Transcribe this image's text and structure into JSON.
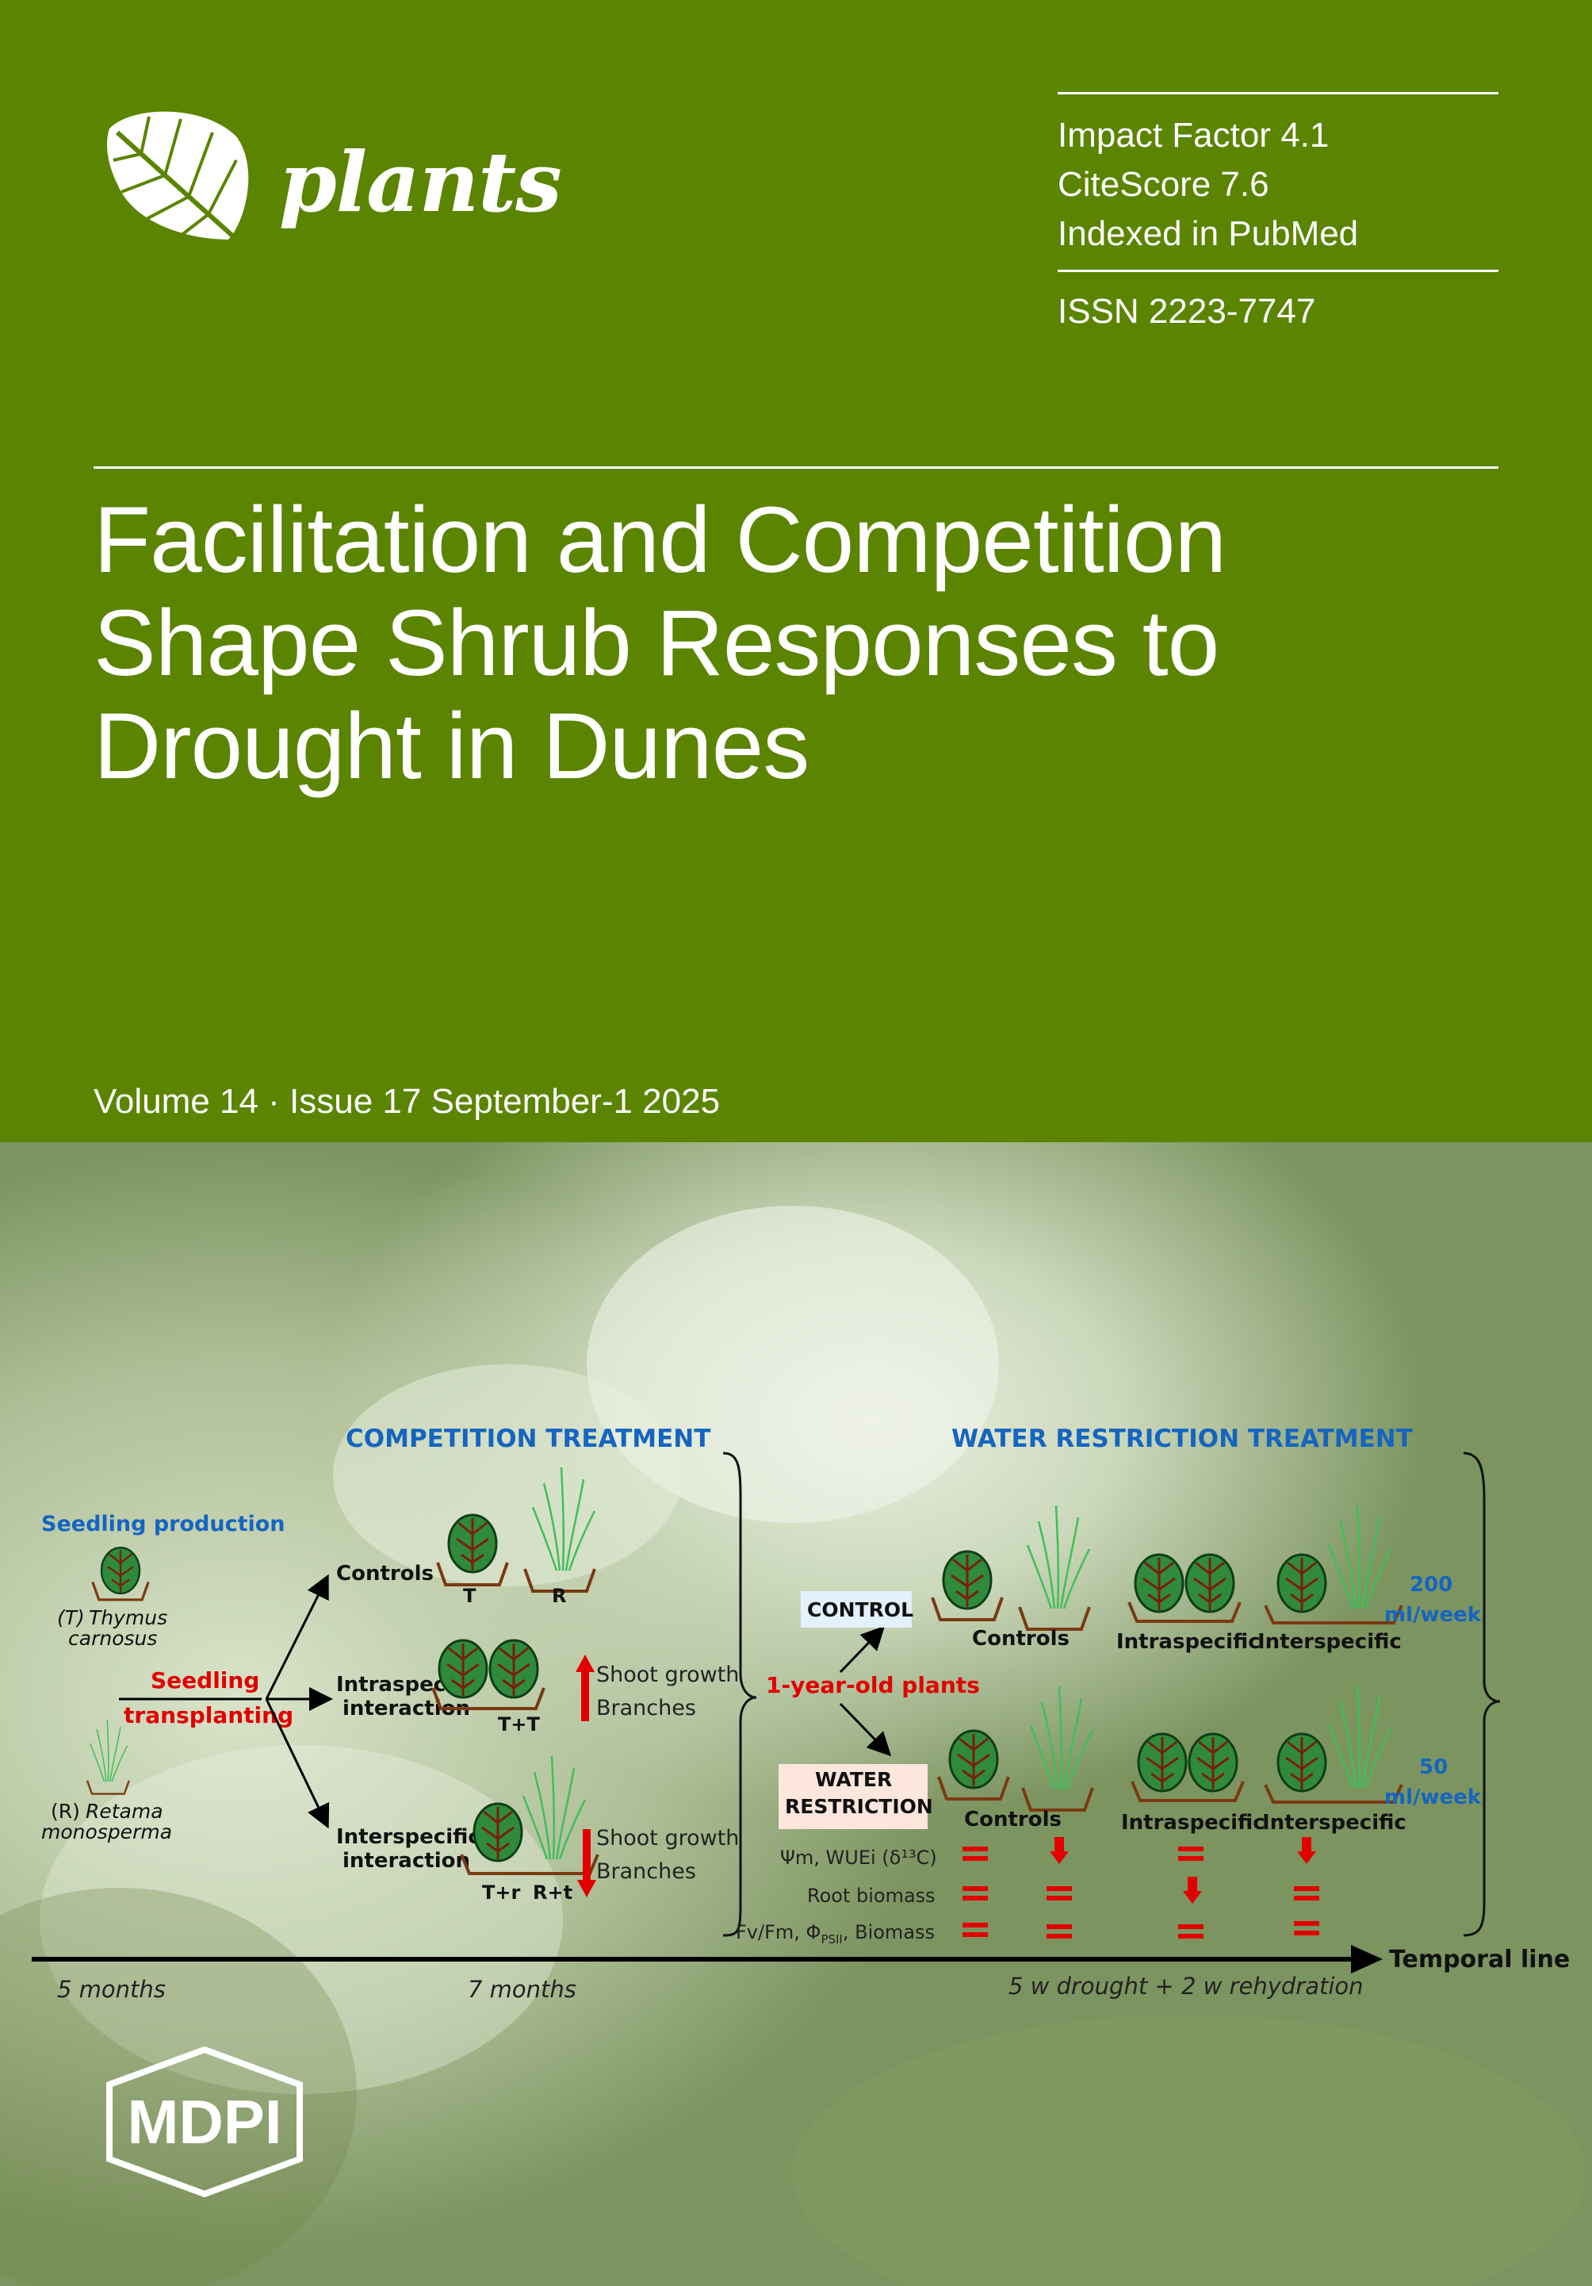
{
  "journal": {
    "name": "plants"
  },
  "metrics": {
    "impact_factor": "Impact Factor 4.1",
    "citescore": "CiteScore 7.6",
    "indexed": "Indexed in PubMed",
    "issn": "ISSN 2223-7747"
  },
  "title_lines": [
    "Facilitation and Competition",
    "Shape Shrub Responses to",
    "Drought in Dunes"
  ],
  "volume": "Volume 14 · Issue 17 September-1 2025",
  "diagram": {
    "seedling_production": "Seedling production",
    "thymus_code": "(T)",
    "thymus_name_1": "Thymus",
    "thymus_name_2": "carnosus",
    "retama_code": "(R)",
    "retama_name_1": "Retama",
    "retama_name_2": "monosperma",
    "seedling_transplanting_1": "Seedling",
    "seedling_transplanting_2": "transplanting",
    "competition_title": "COMPETITION TREATMENT",
    "water_title": "WATER RESTRICTION TREATMENT",
    "controls": "Controls",
    "intraspecific_1": "Intraspecific",
    "intraspecific_2": "interaction",
    "interspecific_1": "Interspecific",
    "interspecific_2": "interaction",
    "label_T": "T",
    "label_R": "R",
    "label_TT": "T+T",
    "label_Tr": "T+r",
    "label_Rt": "R+t",
    "shoot_growth": "Shoot growth",
    "branches": "Branches",
    "one_year": "1-year-old plants",
    "control_box": "CONTROL",
    "water_box_1": "WATER",
    "water_box_2": "RESTRICTION",
    "controls_col": "Controls",
    "intraspecific_col": "Intraspecific",
    "interspecific_col": "Interspecific",
    "ml_200_a": "200",
    "ml_200_b": "ml/week",
    "ml_50_a": "50",
    "ml_50_b": "ml/week",
    "var_1": "Ψm, WUEi (δ¹³C)",
    "var_2": "Root biomass",
    "var_3": "Fv/Fm, Φ",
    "var_3_sub": "PSII",
    "var_3_end": ", Biomass",
    "temporal_line": "Temporal line",
    "t_5months": "5 months",
    "t_7months": "7 months",
    "t_drought": "5 w drought + 2 w rehydration"
  },
  "publisher": "MDPI",
  "colors": {
    "green_band": "#5b8400",
    "blue_text": "#1565c0",
    "red_text": "#e10000",
    "leaf_green": "#2f8a3c",
    "pot_brown": "#7a3a12"
  }
}
